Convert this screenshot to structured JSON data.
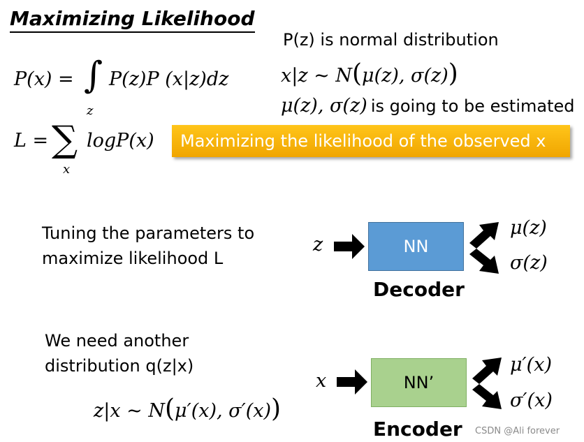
{
  "title": "Maximizing Likelihood",
  "normal_text": "P(z) is normal distribution",
  "cond_lhs": "x|z ~ N",
  "cond_args": "μ(z), σ(z)",
  "estimated_math": "μ(z), σ(z)",
  "estimated_text": "is going to be estimated",
  "eq_px_lhs": "P(x) =",
  "eq_px_sub": "z",
  "eq_px_rhs": "P(z)P (x|z)dz",
  "eq_L_lhs": "L =",
  "eq_L_sub": "x",
  "eq_L_rhs": "logP(x)",
  "highlight_text": "Maximizing the likelihood of the observed x",
  "tuning_line1": "Tuning the parameters to",
  "tuning_line2": "maximize likelihood L",
  "decoder": {
    "input": "z",
    "box": "NN",
    "out1": "μ(z)",
    "out2": "σ(z)",
    "caption": "Decoder"
  },
  "need_line1": "We need another",
  "need_line2": "distribution q(z|x)",
  "enc_eq_lhs": "z|x ~ N",
  "enc_eq_args": "μ′(x), σ′(x)",
  "encoder": {
    "input": "x",
    "box": "NN’",
    "out1": "μ′(x)",
    "out2": "σ′(x)",
    "caption": "Encoder"
  },
  "watermark": "CSDN @Ali forever",
  "colors": {
    "highlight": "#ffc000",
    "decoder_box": "#5b9bd5",
    "encoder_box": "#a9d18e"
  }
}
